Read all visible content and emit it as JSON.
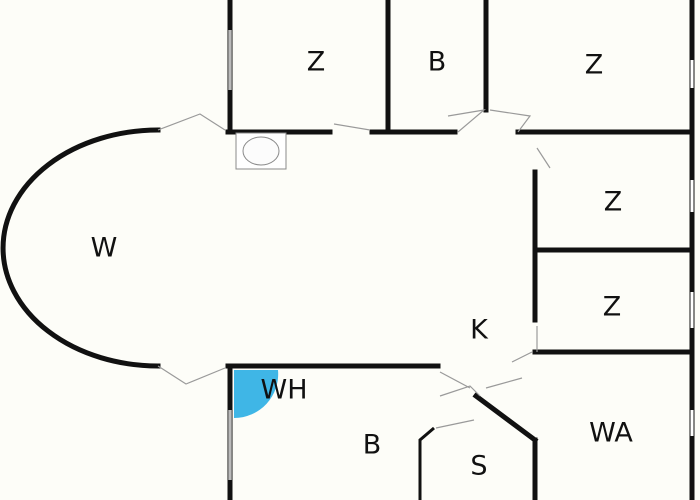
{
  "plan": {
    "rooms": [
      {
        "id": "z1",
        "label": "Z"
      },
      {
        "id": "b1",
        "label": "B"
      },
      {
        "id": "z2",
        "label": "Z"
      },
      {
        "id": "z3",
        "label": "Z"
      },
      {
        "id": "z4",
        "label": "Z"
      },
      {
        "id": "w",
        "label": "W"
      },
      {
        "id": "k",
        "label": "K"
      },
      {
        "id": "wh",
        "label": "WH"
      },
      {
        "id": "b2",
        "label": "B"
      },
      {
        "id": "s",
        "label": "S"
      },
      {
        "id": "wa",
        "label": "WA"
      }
    ],
    "colors": {
      "wall": "#111111",
      "floor": "#fdfdf8",
      "fixture_blue": "#3fb6e6",
      "door_line": "#9a9a9a"
    },
    "fixtures": [
      "shower-tray",
      "corner-bath"
    ]
  }
}
